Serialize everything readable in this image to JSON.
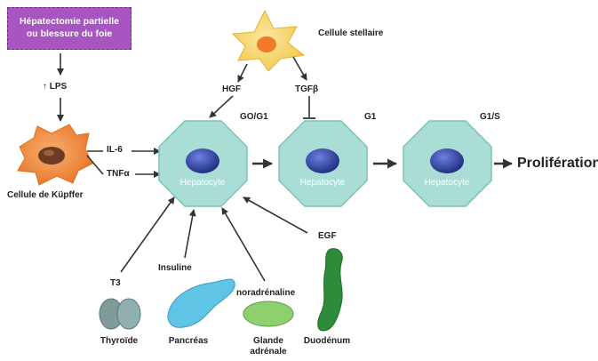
{
  "trigger": {
    "line1": "Hépatectomie partielle",
    "line2": "ou blessure du foie"
  },
  "lps": "↑ LPS",
  "kupffer": {
    "label": "Cellule de Küpffer"
  },
  "il6": "IL-6",
  "tnf": "TNFα",
  "stellate": {
    "label": "Cellule stellaire"
  },
  "hgf": "HGF",
  "tgfb": "TGFβ",
  "hepatocytes": [
    {
      "phase": "GO/G1",
      "label": "Hepatocyte"
    },
    {
      "phase": "G1",
      "label": "Hepatocyte"
    },
    {
      "phase": "G1/S",
      "label": "Hepatocyte"
    }
  ],
  "proliferation": "Prolifération",
  "egf": "EGF",
  "t3": "T3",
  "insuline": "Insuline",
  "noradrenaline": "noradrénaline",
  "organs": {
    "thyroide": "Thyroïde",
    "pancreas": "Pancréas",
    "glande_line1": "Glande",
    "glande_line2": "adrénale",
    "duodenum": "Duodénum"
  },
  "colors": {
    "hepatocyte_fill": "#a9ddd6",
    "nucleus": "#2b3f9e",
    "kupffer": "#f08a32",
    "stellate": "#f7d56b",
    "trigger_box": "#a855c2",
    "pancreas": "#5fc4e6",
    "adrenal": "#8fd06e",
    "duodenum": "#2e8b3a",
    "thyroid": "#7f9c9b"
  }
}
